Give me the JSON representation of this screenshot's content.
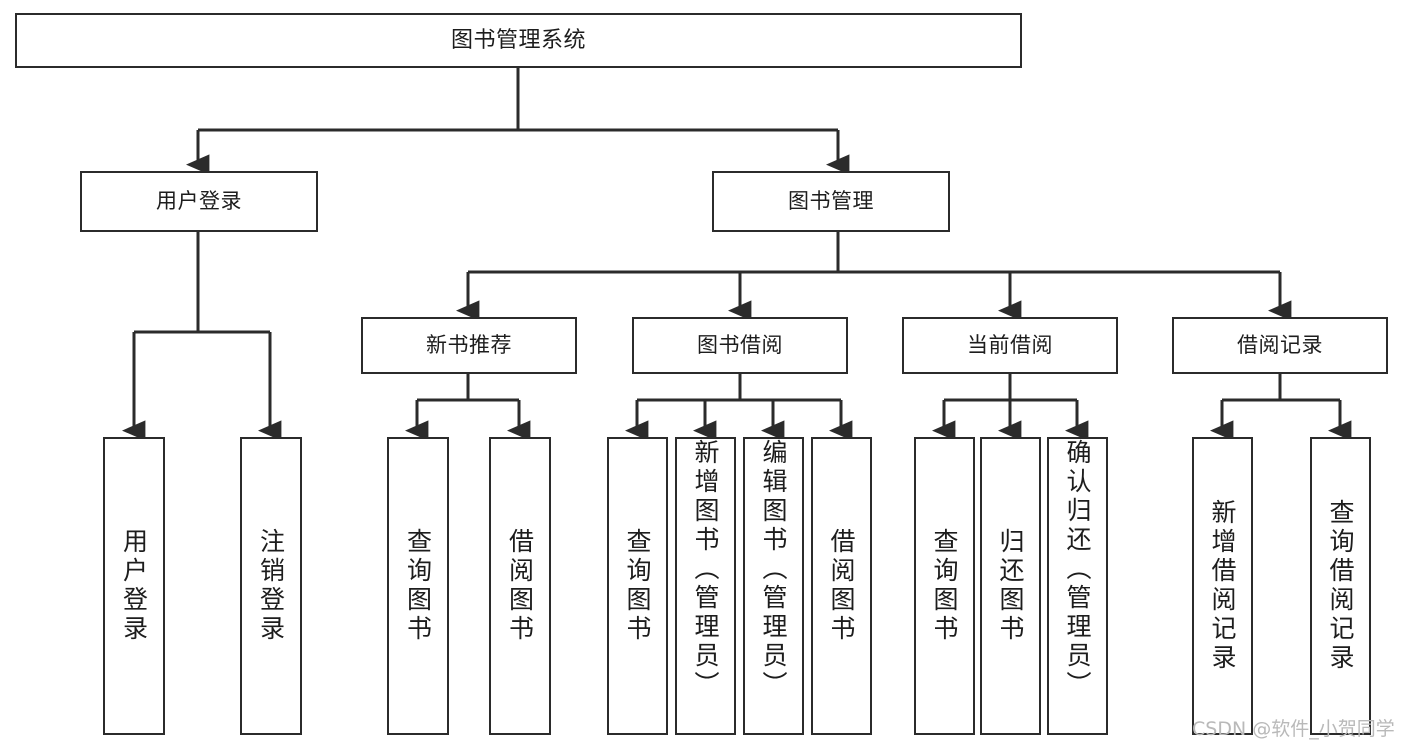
{
  "diagram": {
    "type": "tree-hierarchy",
    "title": "图书管理系统",
    "watermark": "CSDN @软件_小贺同学",
    "colors": {
      "background": "#ffffff",
      "box_border": "#2b2b2b",
      "box_fill": "#ffffff",
      "text": "#1d1d1d",
      "edge": "#2b2b2b",
      "watermark": "#b9b9b9"
    },
    "nodes": [
      {
        "id": "root",
        "label": "图书管理系统",
        "level": 0,
        "orientation": "horizontal"
      },
      {
        "id": "user-login",
        "label": "用户登录",
        "level": 1,
        "orientation": "horizontal"
      },
      {
        "id": "book-manage",
        "label": "图书管理",
        "level": 1,
        "orientation": "horizontal"
      },
      {
        "id": "new-book-rec",
        "label": "新书推荐",
        "level": 2,
        "orientation": "horizontal"
      },
      {
        "id": "book-borrow",
        "label": "图书借阅",
        "level": 2,
        "orientation": "horizontal"
      },
      {
        "id": "current-borrow",
        "label": "当前借阅",
        "level": 2,
        "orientation": "horizontal"
      },
      {
        "id": "borrow-record",
        "label": "借阅记录",
        "level": 2,
        "orientation": "horizontal"
      },
      {
        "id": "leaf-user-login",
        "label": "用户登录",
        "level": 3,
        "orientation": "vertical"
      },
      {
        "id": "leaf-logout",
        "label": "注销登录",
        "level": 3,
        "orientation": "vertical"
      },
      {
        "id": "leaf-query-1",
        "label": "查询图书",
        "level": 3,
        "orientation": "vertical"
      },
      {
        "id": "leaf-borrow-1",
        "label": "借阅图书",
        "level": 3,
        "orientation": "vertical"
      },
      {
        "id": "leaf-query-2",
        "label": "查询图书",
        "level": 3,
        "orientation": "vertical"
      },
      {
        "id": "leaf-add-book",
        "label": "新增图书（管理员）",
        "level": 3,
        "orientation": "vertical"
      },
      {
        "id": "leaf-edit-book",
        "label": "编辑图书（管理员）",
        "level": 3,
        "orientation": "vertical"
      },
      {
        "id": "leaf-borrow-2",
        "label": "借阅图书",
        "level": 3,
        "orientation": "vertical"
      },
      {
        "id": "leaf-query-3",
        "label": "查询图书",
        "level": 3,
        "orientation": "vertical"
      },
      {
        "id": "leaf-return",
        "label": "归还图书",
        "level": 3,
        "orientation": "vertical"
      },
      {
        "id": "leaf-confirm",
        "label": "确认归还（管理员）",
        "level": 3,
        "orientation": "vertical"
      },
      {
        "id": "leaf-add-rec",
        "label": "新增借阅记录",
        "level": 3,
        "orientation": "vertical"
      },
      {
        "id": "leaf-query-rec",
        "label": "查询借阅记录",
        "level": 3,
        "orientation": "vertical"
      }
    ],
    "edges": [
      {
        "from": "root",
        "to": "user-login"
      },
      {
        "from": "root",
        "to": "book-manage"
      },
      {
        "from": "user-login",
        "to": "leaf-user-login"
      },
      {
        "from": "user-login",
        "to": "leaf-logout"
      },
      {
        "from": "book-manage",
        "to": "new-book-rec"
      },
      {
        "from": "book-manage",
        "to": "book-borrow"
      },
      {
        "from": "book-manage",
        "to": "current-borrow"
      },
      {
        "from": "book-manage",
        "to": "borrow-record"
      },
      {
        "from": "new-book-rec",
        "to": "leaf-query-1"
      },
      {
        "from": "new-book-rec",
        "to": "leaf-borrow-1"
      },
      {
        "from": "book-borrow",
        "to": "leaf-query-2"
      },
      {
        "from": "book-borrow",
        "to": "leaf-add-book"
      },
      {
        "from": "book-borrow",
        "to": "leaf-edit-book"
      },
      {
        "from": "book-borrow",
        "to": "leaf-borrow-2"
      },
      {
        "from": "current-borrow",
        "to": "leaf-query-3"
      },
      {
        "from": "current-borrow",
        "to": "leaf-return"
      },
      {
        "from": "current-borrow",
        "to": "leaf-confirm"
      },
      {
        "from": "borrow-record",
        "to": "leaf-add-rec"
      },
      {
        "from": "borrow-record",
        "to": "leaf-query-rec"
      }
    ]
  }
}
